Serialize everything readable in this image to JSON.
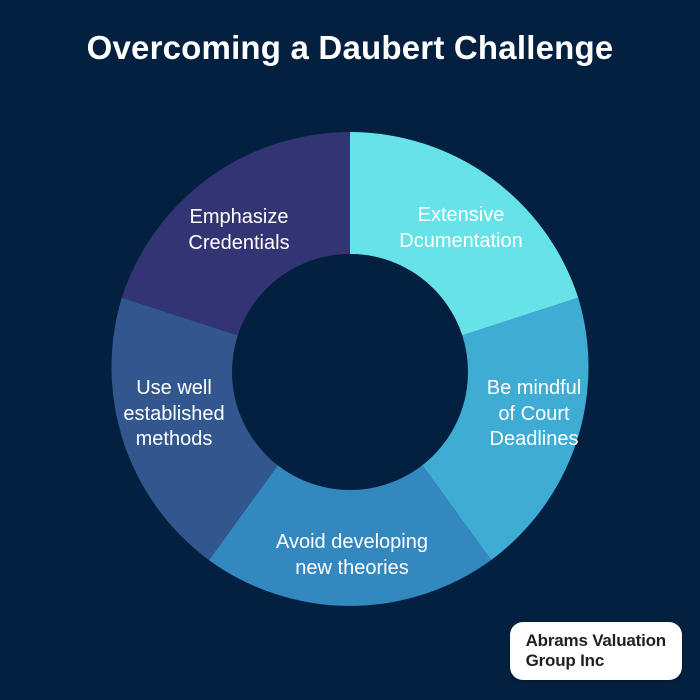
{
  "title": "Overcoming a Daubert Challenge",
  "background_color": "#042040",
  "logo": {
    "text": "Abrams Valuation\nGroup Inc",
    "background_color": "#ffffff",
    "text_color": "#231f20"
  },
  "chart_data": {
    "type": "pie",
    "variant": "donut",
    "title": "Overcoming a Daubert Challenge",
    "center": [
      240,
      240
    ],
    "outer_radius": 240,
    "inner_radius": 118,
    "start_angle_deg": 0,
    "legend": "none",
    "labels_inside_slices": true,
    "categories": [
      "Extensive Dcumentation",
      "Be mindful of Court Deadlines",
      "Avoid developing new theories",
      "Use well established methods",
      "Emphasize Credentials"
    ],
    "values": [
      20,
      20,
      20,
      20,
      20
    ],
    "colors": [
      "#67e2e8",
      "#3facd4",
      "#3388c0",
      "#32578f",
      "#333473"
    ],
    "slices": [
      {
        "name": "Extensive Dcumentation",
        "label": "Extensive\nDcumentation",
        "value": 20,
        "percent": "20%",
        "color": "#67e2e8",
        "start_deg": 0,
        "end_deg": 72
      },
      {
        "name": "Be mindful of Court Deadlines",
        "label": "Be mindful\nof Court\nDeadlines",
        "value": 20,
        "percent": "20%",
        "color": "#3facd4",
        "start_deg": 72,
        "end_deg": 144
      },
      {
        "name": "Avoid developing new theories",
        "label": "Avoid developing\nnew theories",
        "value": 20,
        "percent": "20%",
        "color": "#3388c0",
        "start_deg": 144,
        "end_deg": 216
      },
      {
        "name": "Use well established methods",
        "label": "Use well\nestablished\nmethods",
        "value": 20,
        "percent": "20%",
        "color": "#32578f",
        "start_deg": 216,
        "end_deg": 288
      },
      {
        "name": "Emphasize Credentials",
        "label": "Emphasize\nCredentials",
        "value": 20,
        "percent": "20%",
        "color": "#333473",
        "start_deg": 288,
        "end_deg": 360
      }
    ],
    "xlabel": "",
    "ylabel": ""
  }
}
